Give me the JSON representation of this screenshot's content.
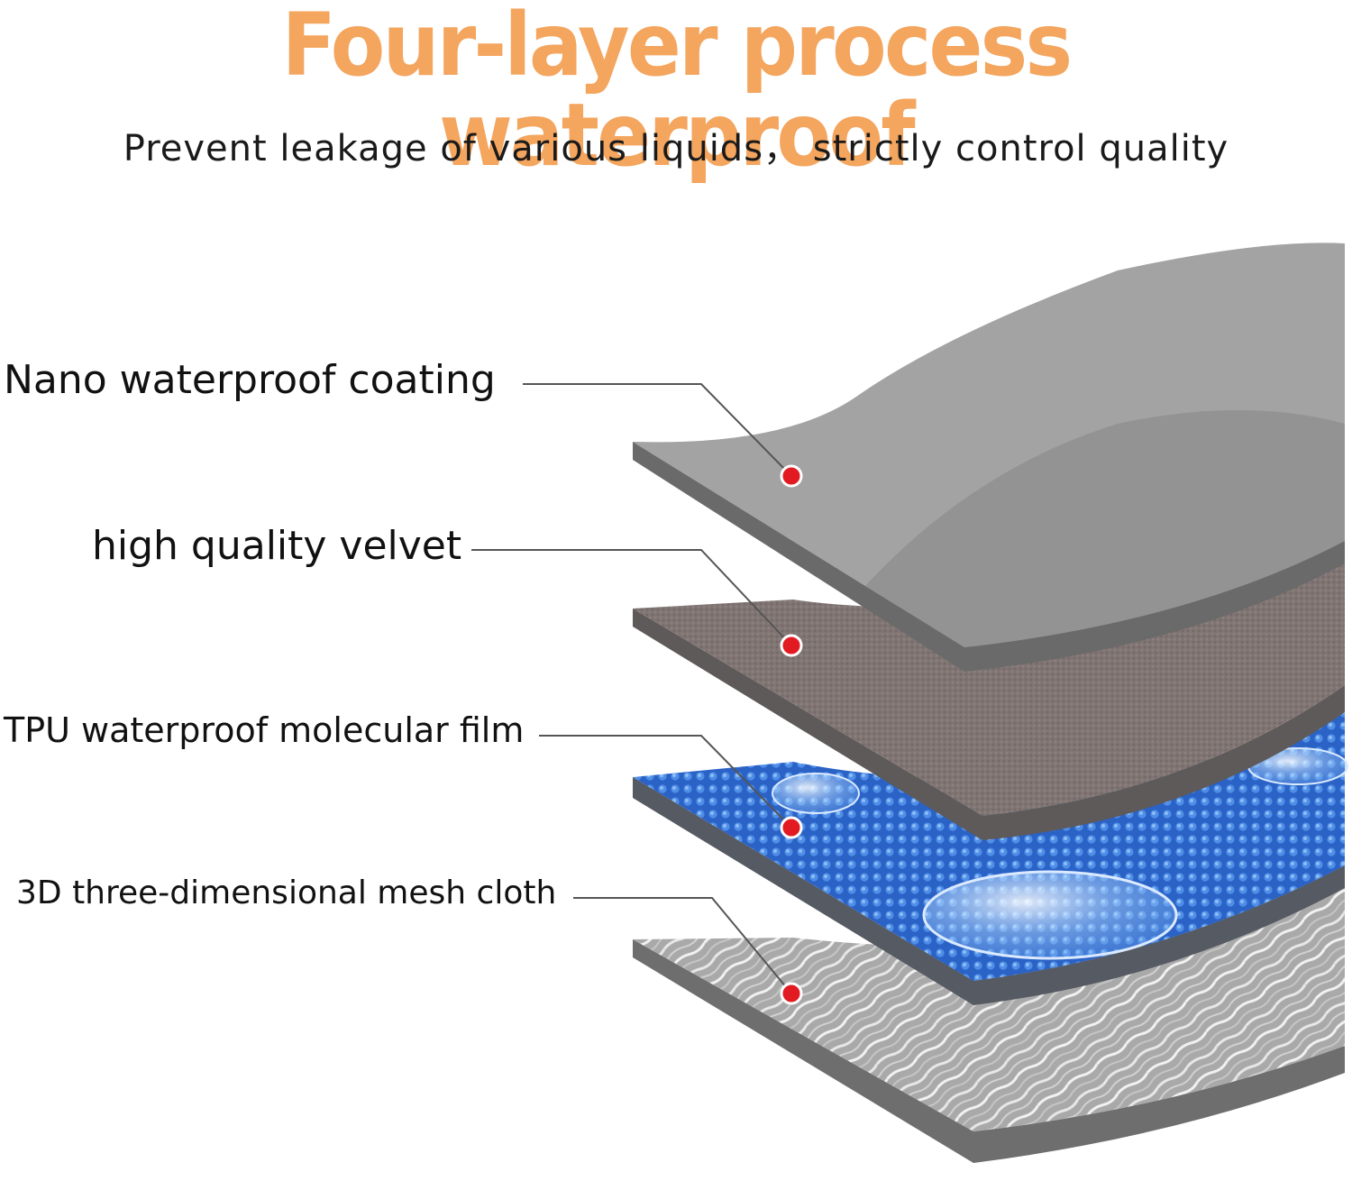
{
  "heading": {
    "title": "Four-layer process waterproof",
    "subtitle": "Prevent leakage of various liquids， strictly control quality"
  },
  "layers": [
    {
      "label": "Nano waterproof coating",
      "color": "#9a9a9a"
    },
    {
      "label": "high quality velvet",
      "color": "#7f7472"
    },
    {
      "label": "TPU waterproof molecular film",
      "color": "#2f6fd0"
    },
    {
      "label": "3D three-dimensional mesh cloth",
      "color": "#bcbcbc"
    }
  ],
  "colors": {
    "title": "#f4a55e",
    "marker": "#e21b23",
    "leader_line": "#555555"
  }
}
